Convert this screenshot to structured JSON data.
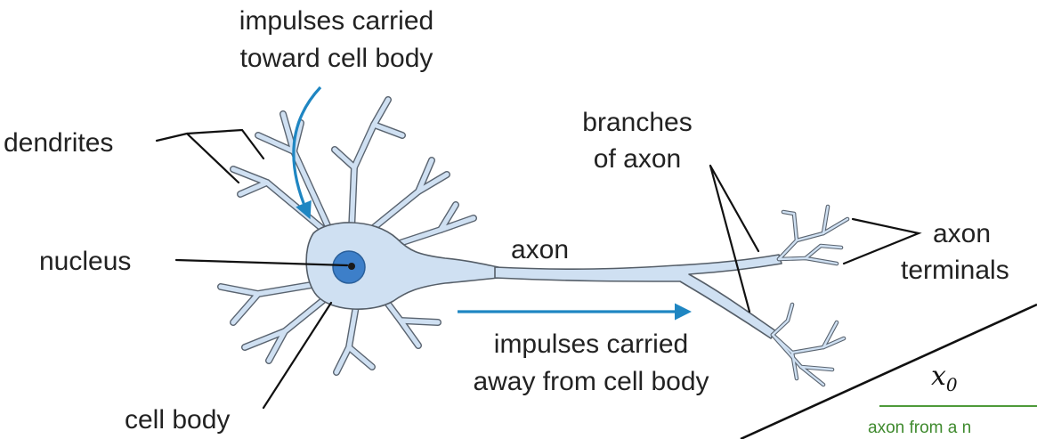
{
  "labels": {
    "impulses_in_line1": "impulses carried",
    "impulses_in_line2": "toward cell body",
    "dendrites": "dendrites",
    "nucleus": "nucleus",
    "branches_line1": "branches",
    "branches_line2": "of axon",
    "axon": "axon",
    "axon_terminals_line1": "axon",
    "axon_terminals_line2": "terminals",
    "impulses_out_line1": "impulses carried",
    "impulses_out_line2": "away from cell body",
    "cell_body": "cell body"
  },
  "overlay": {
    "math_label": "x",
    "math_subscript": "0",
    "green_caption": "axon from a n"
  },
  "colors": {
    "cell_fill": "#cfe0f2",
    "nucleus_fill": "#3d7fc9",
    "arrow_blue": "#1f86c2",
    "caption_green": "#3f8a2e",
    "rule_green": "#4e9a3a"
  },
  "icons": {
    "impulse_in": "arrow-curved-down-icon",
    "impulse_out": "arrow-right-icon"
  }
}
